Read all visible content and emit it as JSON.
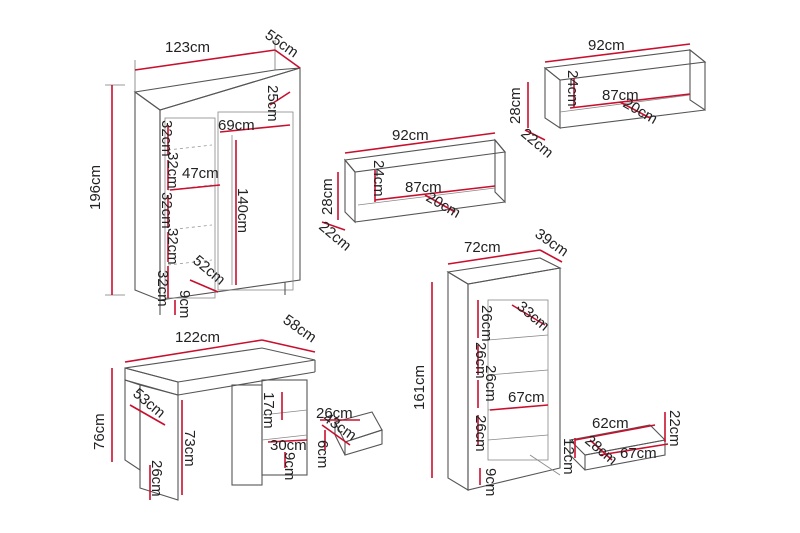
{
  "colors": {
    "dimension_line": "#c8102e",
    "outline": "#555555",
    "text": "#222222"
  },
  "wardrobe": {
    "width": "123cm",
    "depth": "55cm",
    "height": "196cm",
    "top_depth": "25cm",
    "inner_width_right": "69cm",
    "inner_width_left": "47cm",
    "shelf_1": "32cm",
    "shelf_2": "32cm",
    "shelf_3": "32cm",
    "shelf_4": "32cm",
    "shelf_5": "32cm",
    "hanging_height": "140cm",
    "inner_depth": "52cm",
    "plinth": "9cm"
  },
  "shelf_top_right": {
    "width": "92cm",
    "height": "28cm",
    "inner_height": "24cm",
    "inner_width": "87cm",
    "inner_depth": "20cm",
    "depth": "22cm"
  },
  "shelf_middle": {
    "width": "92cm",
    "height": "28cm",
    "inner_height": "24cm",
    "inner_width": "87cm",
    "inner_depth": "20cm",
    "depth": "22cm"
  },
  "desk": {
    "width": "122cm",
    "depth": "58cm",
    "height": "76cm",
    "leg_depth": "53cm",
    "knee_height": "73cm",
    "foot": "26cm",
    "drawer_height": "17cm",
    "drawer_depth": "30cm",
    "plinth": "9cm",
    "drawer_detail": {
      "width": "26cm",
      "depth": "43cm",
      "height": "6cm"
    }
  },
  "bookcase": {
    "width": "72cm",
    "depth": "39cm",
    "height": "161cm",
    "shelf_depth": "33cm",
    "shelf_1": "26cm",
    "shelf_2": "26cm",
    "shelf_3": "26cm",
    "shelf_4": "26cm",
    "inner_width": "67cm",
    "plinth": "9cm",
    "drawer_detail": {
      "width": "62cm",
      "height_right": "22cm",
      "inner_depth": "28cm",
      "inner_width": "67cm",
      "height_left": "12cm"
    }
  }
}
